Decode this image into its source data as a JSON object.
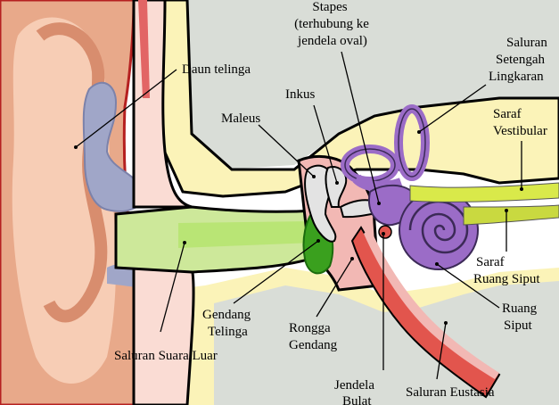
{
  "labels": {
    "daun_telinga": "Daun telinga",
    "stapes_1": "Stapes",
    "stapes_2": "(terhubung ke",
    "stapes_3": "jendela oval)",
    "inkus": "Inkus",
    "maleus": "Maleus",
    "saluran_setengah_1": "Saluran",
    "saluran_setengah_2": "Setengah",
    "saluran_setengah_3": "Lingkaran",
    "saraf_vestibular_1": "Saraf",
    "saraf_vestibular_2": "Vestibular",
    "saraf_ruang_siput_1": "Saraf",
    "saraf_ruang_siput_2": "Ruang Siput",
    "ruang_siput_1": "Ruang",
    "ruang_siput_2": "Siput",
    "gendang_telinga_1": "Gendang",
    "gendang_telinga_2": "Telinga",
    "rongga_gendang_1": "Rongga",
    "rongga_gendang_2": "Gendang",
    "saluran_suara_luar": "Saluran Suara Luar",
    "jendela_bulat_1": "Jendela",
    "jendela_bulat_2": "Bulat",
    "saluran_eustasia": "Saluran Eustasia"
  },
  "colors": {
    "skin": "#e8a98a",
    "skin_light": "#f7cdb5",
    "cartilage": "#a0a6c8",
    "bone_inner": "#fbf3b8",
    "bone_gray": "#d8dcd6",
    "canal": "#cde89a",
    "eardrum": "#3aa01e",
    "middle_ear": "#f2b8b4",
    "eustachian": "#e2554d",
    "cochlea": "#9b6cc7",
    "nerve": "#d9e94a",
    "outline": "#000000"
  }
}
